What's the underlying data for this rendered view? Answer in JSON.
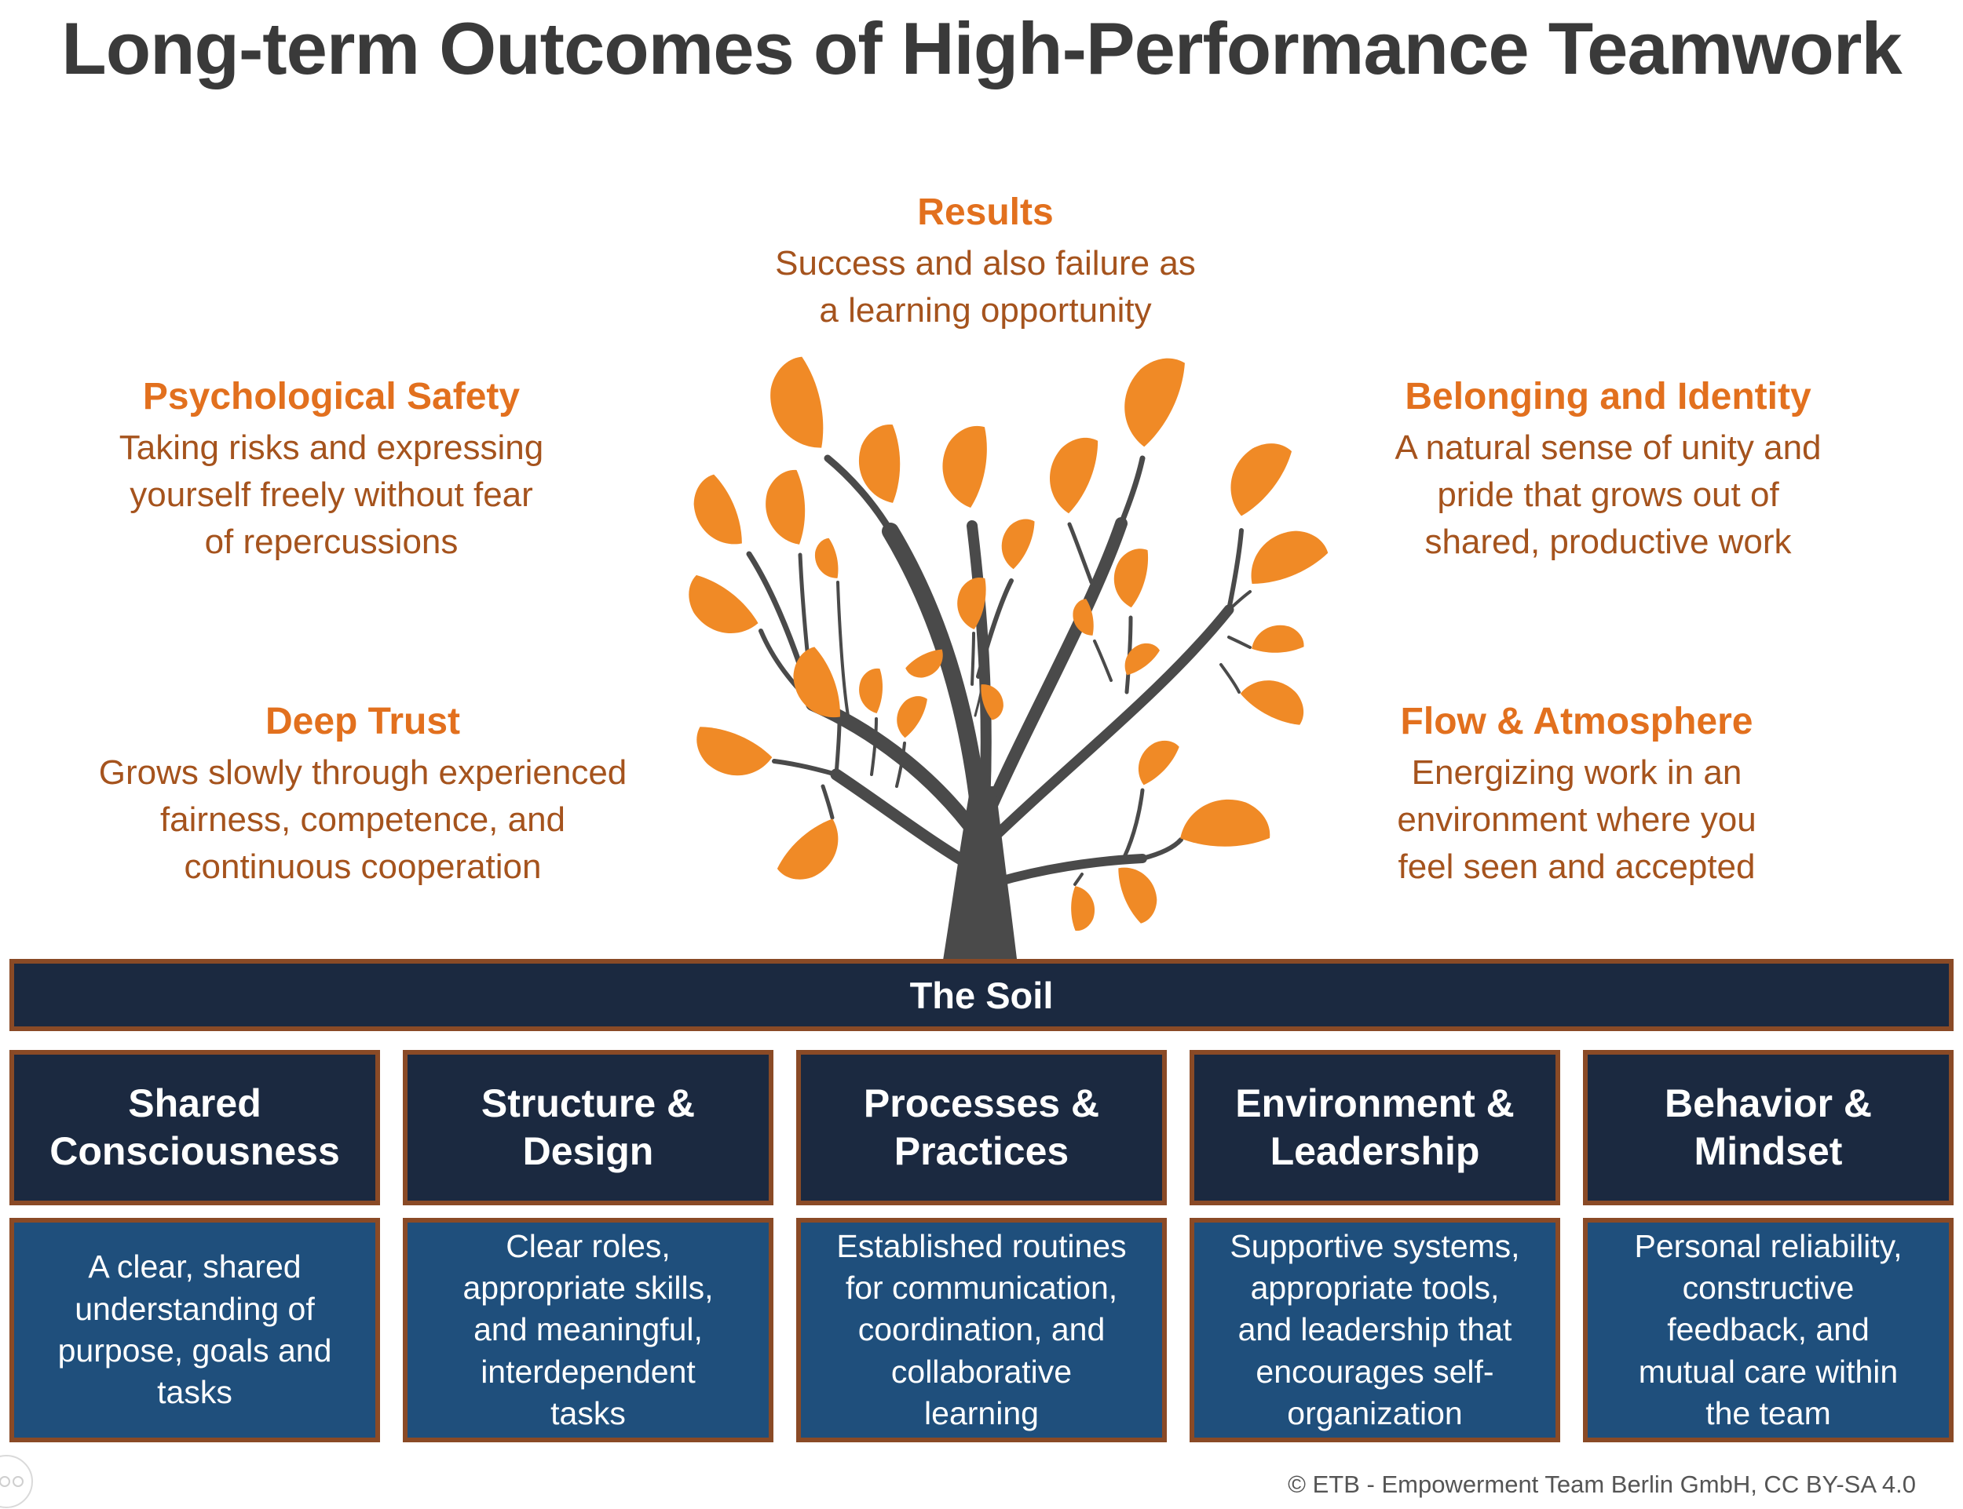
{
  "title": "Long-term Outcomes of High-Performance Teamwork",
  "outcomes": {
    "results": {
      "heading": "Results",
      "body": "Success and also failure as\na learning opportunity"
    },
    "psychological_safety": {
      "heading": "Psychological Safety",
      "body": "Taking risks and expressing\nyourself freely without fear\nof repercussions"
    },
    "belonging_identity": {
      "heading": "Belonging and Identity",
      "body": "A natural sense of unity and\npride that grows out of\nshared, productive work"
    },
    "deep_trust": {
      "heading": "Deep Trust",
      "body": "Grows slowly through experienced\nfairness, competence, and\ncontinuous cooperation"
    },
    "flow_atmosphere": {
      "heading": "Flow & Atmosphere",
      "body": "Energizing work in an\nenvironment where you\nfeel seen and accepted"
    }
  },
  "tree": {
    "icon": "tree-illustration",
    "leaf_color": "#F08A26",
    "trunk_color": "#4A4A4A"
  },
  "soil": {
    "label": "The Soil",
    "columns": [
      {
        "heading": "Shared\nConsciousness",
        "description": "A clear, shared\nunderstanding of\npurpose, goals and\ntasks"
      },
      {
        "heading": "Structure &\nDesign",
        "description": "Clear roles,\nappropriate skills,\nand meaningful,\ninterdependent\ntasks"
      },
      {
        "heading": "Processes &\nPractices",
        "description": "Established routines\nfor communication,\ncoordination, and\ncollaborative\nlearning"
      },
      {
        "heading": "Environment &\nLeadership",
        "description": "Supportive systems,\nappropriate tools,\nand leadership that\nencourages self-\norganization"
      },
      {
        "heading": "Behavior &\nMindset",
        "description": "Personal reliability,\nconstructive\nfeedback, and\nmutual care within\nthe team"
      }
    ]
  },
  "footer": {
    "copyright": "© ETB - Empowerment Team Berlin GmbH, CC BY-SA 4.0"
  },
  "colors": {
    "heading_orange": "#E2701E",
    "body_orange": "#A5531D",
    "leaf_orange": "#F08A26",
    "trunk_gray": "#4A4A4A",
    "title_gray": "#3A3A3A",
    "box_navy": "#1B2940",
    "box_steel_blue": "#1F4F7C",
    "box_border_brown": "#8A4A26",
    "copyright_gray": "#555555"
  }
}
